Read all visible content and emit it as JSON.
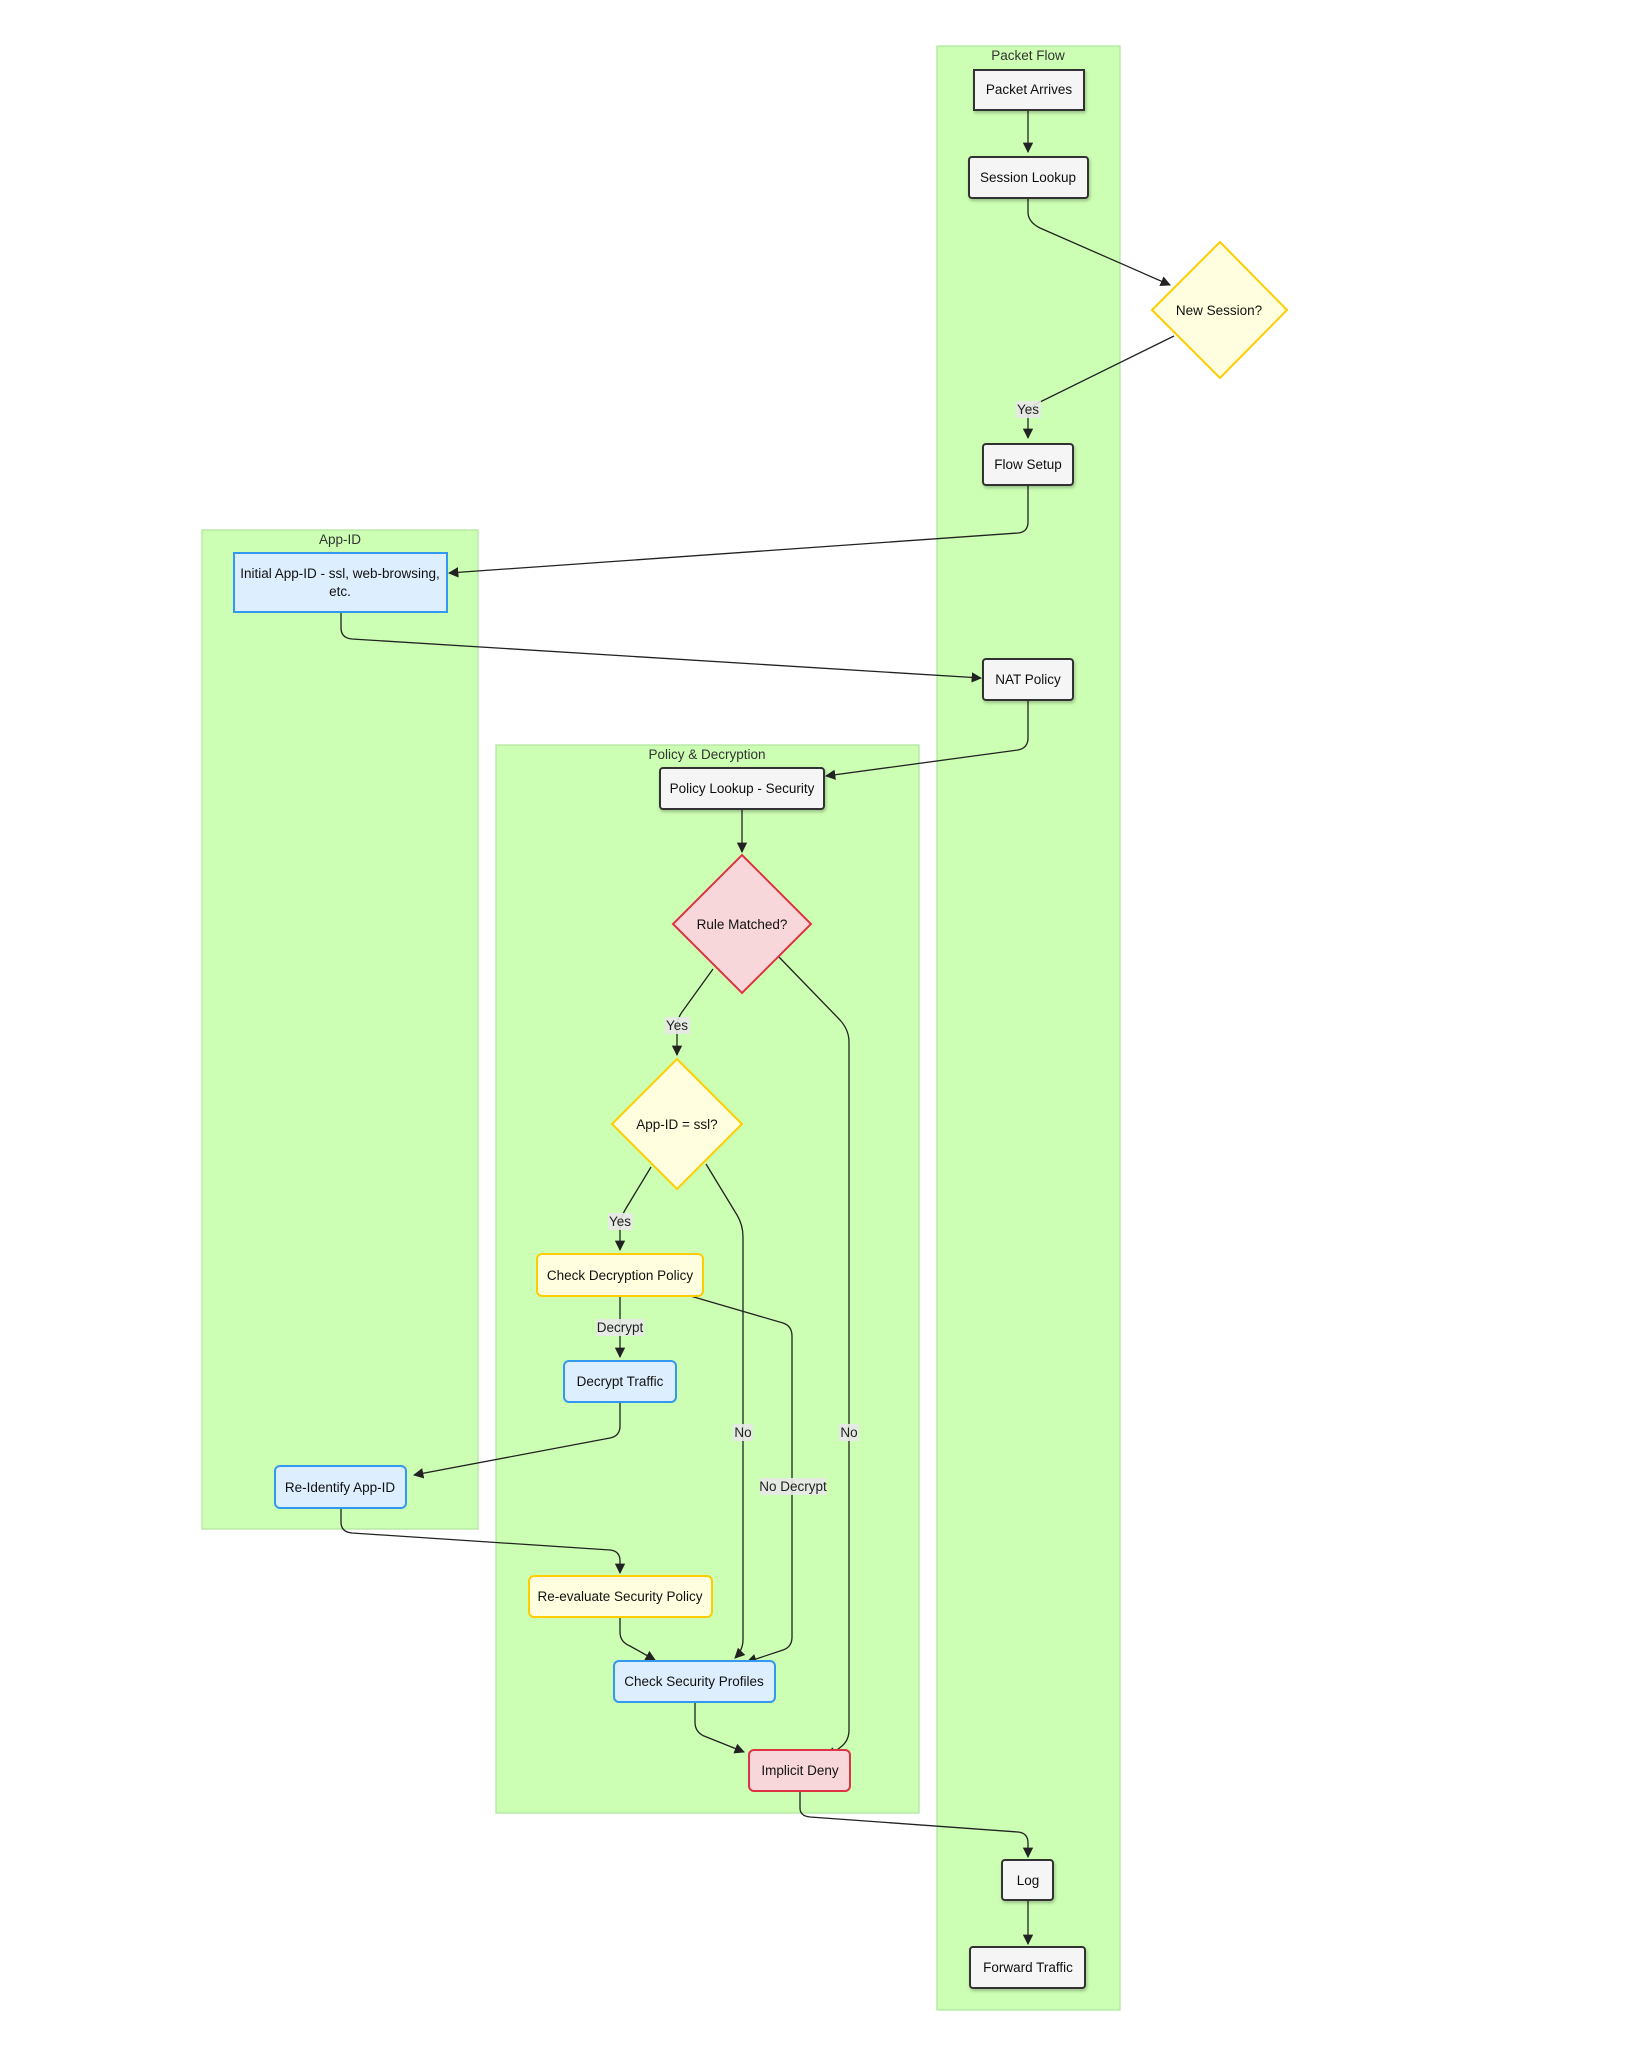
{
  "lanes": {
    "packet_flow": "Packet Flow",
    "app_id": "App-ID",
    "policy_decryption": "Policy & Decryption"
  },
  "nodes": {
    "packet_arrives": "Packet Arrives",
    "session_lookup": "Session Lookup",
    "new_session": "New Session?",
    "flow_setup": "Flow Setup",
    "initial_appid_line1": "Initial App-ID - ssl, web-browsing,",
    "initial_appid_line2": "etc.",
    "nat_policy": "NAT Policy",
    "policy_lookup": "Policy Lookup - Security",
    "rule_matched": "Rule Matched?",
    "appid_ssl": "App-ID = ssl?",
    "check_decryption": "Check Decryption Policy",
    "decrypt_traffic": "Decrypt Traffic",
    "reidentify_appid": "Re-Identify App-ID",
    "reevaluate_policy": "Re-evaluate Security Policy",
    "check_profiles": "Check Security Profiles",
    "implicit_deny": "Implicit Deny",
    "log": "Log",
    "forward_traffic": "Forward Traffic"
  },
  "edges": {
    "yes_new_session": "Yes",
    "yes_rule": "Yes",
    "yes_ssl": "Yes",
    "decrypt": "Decrypt",
    "no_ssl": "No",
    "no_rule": "No",
    "no_decrypt": "No Decrypt"
  },
  "colors": {
    "lane_fill": "#ccffb3",
    "default_fill": "#f5f5f5",
    "default_stroke": "#333333",
    "yellow_fill": "#ffffe0",
    "yellow_stroke": "#ffcc00",
    "blue_fill": "#ddeeff",
    "blue_stroke": "#3399ee",
    "red_fill": "#f8d7da",
    "red_stroke": "#dd3344"
  }
}
